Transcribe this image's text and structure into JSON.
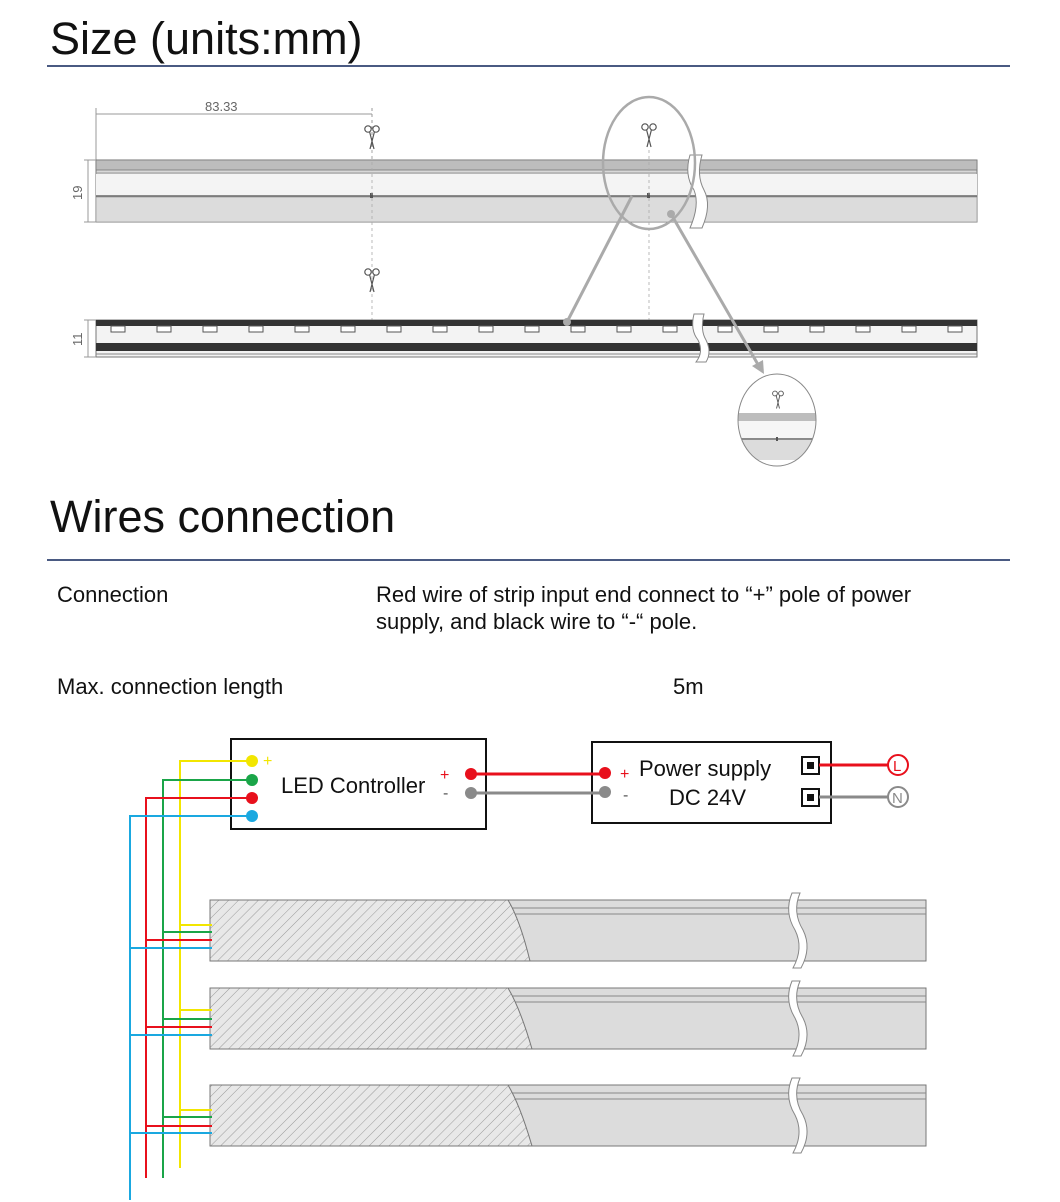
{
  "size_section": {
    "title": "Size (units:mm)",
    "dimension_length": "83.33",
    "dimension_height_top": "19",
    "dimension_height_bottom": "11"
  },
  "wires_section": {
    "title": "Wires connection",
    "rows": [
      {
        "label": "Connection",
        "value_line1": "Red wire of strip input end connect to “+” pole of power",
        "value_line2": "supply, and black wire to “-“ pole."
      },
      {
        "label": "Max. connection length",
        "value": "5m"
      }
    ]
  },
  "wiring_diagram": {
    "controller_label": "LED Controller",
    "controller_plus": "+",
    "controller_minus": "-",
    "controller_input_plus": "+",
    "power_supply_line1": "Power supply",
    "power_supply_line2": "DC 24V",
    "psu_plus": "+",
    "psu_minus": "-",
    "mains_live": "L",
    "mains_neutral": "N",
    "colors": {
      "yellow": "#f2e600",
      "green": "#1aa548",
      "red": "#e8101c",
      "blue": "#1aa8e0",
      "grey": "#8a8a8a"
    }
  }
}
